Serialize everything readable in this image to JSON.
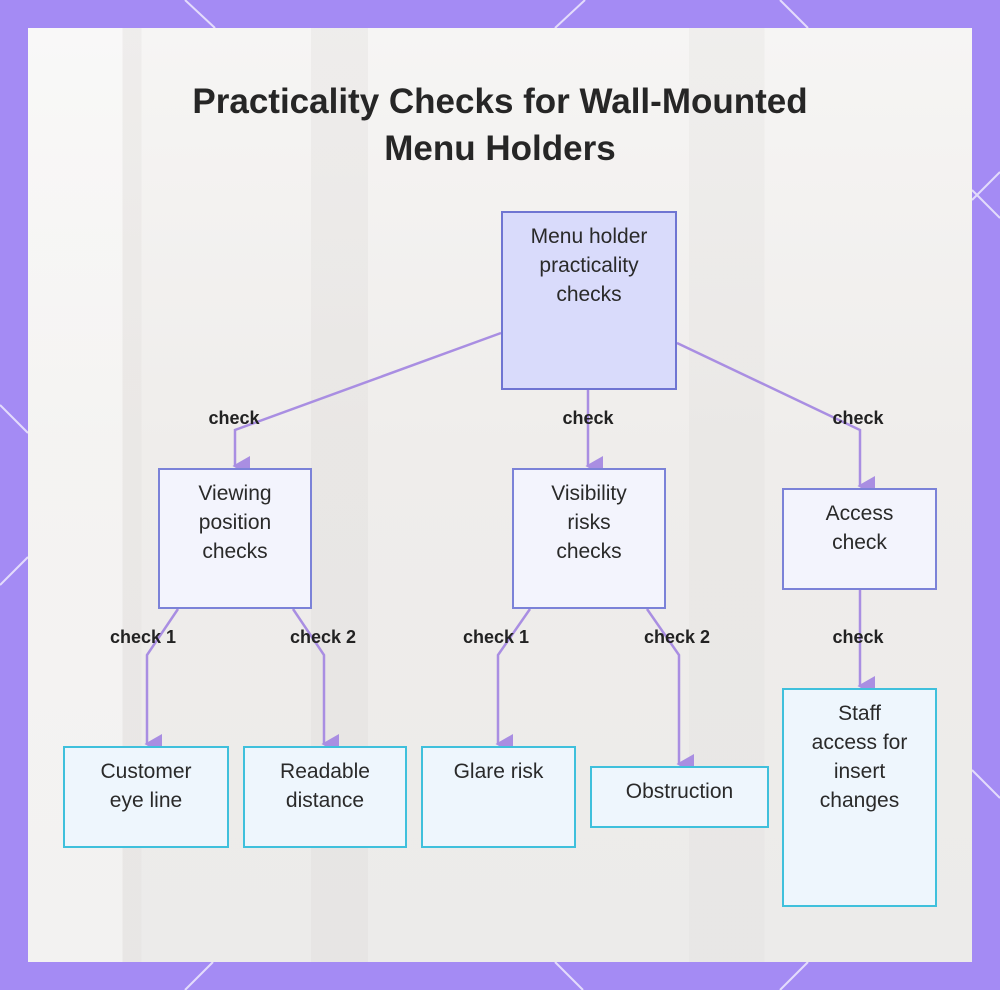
{
  "title_lines": [
    "Practicality Checks for Wall-Mounted",
    "Menu Holders"
  ],
  "colors": {
    "background": "#a48bf4",
    "card": "#f2f0ef",
    "root_fill": "#d9dbfb",
    "root_border": "#6f75d2",
    "mid_fill": "#f3f4fd",
    "mid_border": "#7b82d8",
    "leaf_fill": "#eef6fd",
    "leaf_border": "#3fc0dc",
    "edge": "#a98ee2"
  },
  "nodes": {
    "root": "Menu holder practicality checks",
    "viewing": "Viewing position checks",
    "visibility": "Visibility risks checks",
    "access": "Access check",
    "eye_line": "Customer eye line",
    "distance": "Readable distance",
    "glare": "Glare risk",
    "obstruction": "Obstruction",
    "staff": "Staff access for insert changes"
  },
  "edges": [
    {
      "from": "root",
      "to": "viewing",
      "label": "check"
    },
    {
      "from": "root",
      "to": "visibility",
      "label": "check"
    },
    {
      "from": "root",
      "to": "access",
      "label": "check"
    },
    {
      "from": "viewing",
      "to": "eye_line",
      "label": "check 1"
    },
    {
      "from": "viewing",
      "to": "distance",
      "label": "check 2"
    },
    {
      "from": "visibility",
      "to": "glare",
      "label": "check 1"
    },
    {
      "from": "visibility",
      "to": "obstruction",
      "label": "check 2"
    },
    {
      "from": "access",
      "to": "staff",
      "label": "check"
    }
  ]
}
